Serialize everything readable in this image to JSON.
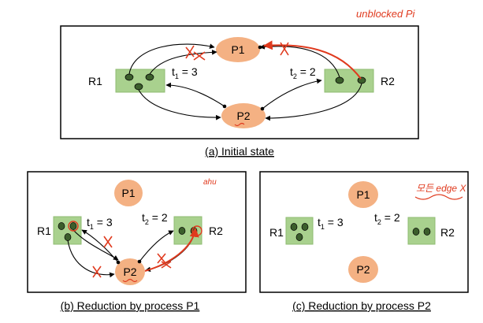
{
  "panels": {
    "a": {
      "caption": "(a) Initial state",
      "processes": {
        "p1": "P1",
        "p2": "P2"
      },
      "resources": {
        "r1": "R1",
        "r2": "R2"
      },
      "t1": {
        "base": "t",
        "sub": "1",
        "rest": " = 3"
      },
      "t2": {
        "base": "t",
        "sub": "2",
        "rest": " = 2"
      }
    },
    "b": {
      "caption": "(b) Reduction by process P1",
      "processes": {
        "p1": "P1",
        "p2": "P2"
      },
      "resources": {
        "r1": "R1",
        "r2": "R2"
      },
      "t1": {
        "base": "t",
        "sub": "1",
        "rest": " = 3"
      },
      "t2": {
        "base": "t",
        "sub": "2",
        "rest": " = 2"
      }
    },
    "c": {
      "caption": "(c) Reduction by process P2",
      "processes": {
        "p1": "P1",
        "p2": "P2"
      },
      "resources": {
        "r1": "R1",
        "r2": "R2"
      },
      "t1": {
        "base": "t",
        "sub": "1",
        "rest": " = 3"
      },
      "t2": {
        "base": "t",
        "sub": "2",
        "rest": " = 2"
      }
    }
  },
  "annotations": {
    "top_right": "unblocked Pi",
    "panel_b": "ahu",
    "panel_c": "모든 edge X"
  },
  "colors": {
    "process_fill": "#f4b183",
    "resource_fill": "#a9d18e",
    "resource_stroke": "#8fbc72",
    "token_fill": "#3b5e2b",
    "edge": "#000000",
    "annotation": "#e03a1e"
  }
}
